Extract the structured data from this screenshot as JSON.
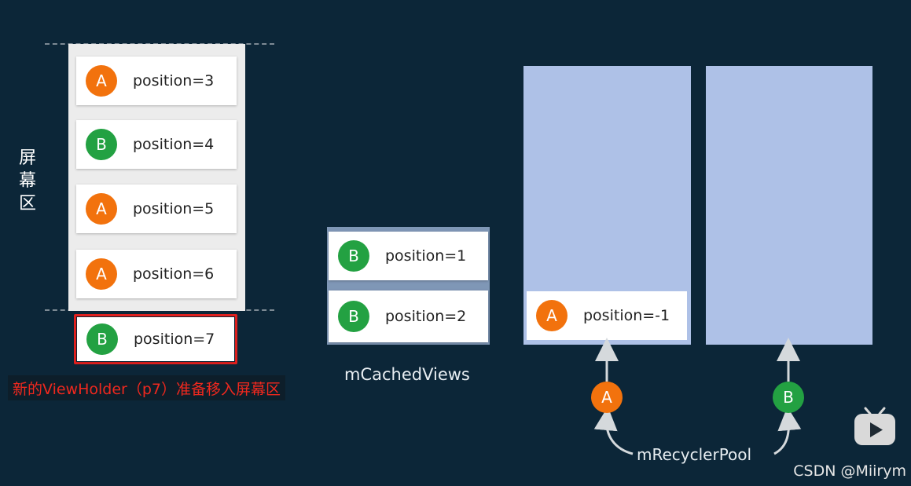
{
  "screen_area": {
    "label": "屏幕区",
    "cards": [
      {
        "letter": "A",
        "text": "position=3",
        "color": "#f2720d"
      },
      {
        "letter": "B",
        "text": "position=4",
        "color": "#23a142"
      },
      {
        "letter": "A",
        "text": "position=5",
        "color": "#f2720d"
      },
      {
        "letter": "A",
        "text": "position=6",
        "color": "#f2720d"
      }
    ]
  },
  "incoming": {
    "card": {
      "letter": "B",
      "text": "position=7",
      "color": "#23a142"
    },
    "caption": "新的ViewHolder（p7）准备移入屏幕区",
    "highlight_color": "#e0201e"
  },
  "cached_views": {
    "label": "mCachedViews",
    "cards": [
      {
        "letter": "B",
        "text": "position=1",
        "color": "#23a142"
      },
      {
        "letter": "B",
        "text": "position=2",
        "color": "#23a142"
      }
    ]
  },
  "recycler_pool": {
    "label": "mRecyclerPool",
    "columns": [
      {
        "card": {
          "letter": "A",
          "text": "position=-1",
          "color": "#f2720d"
        },
        "badge": "A",
        "badge_color": "#f2720d"
      },
      {
        "card": null,
        "badge": "B",
        "badge_color": "#23a142"
      }
    ],
    "column_color": "#aec1e7"
  },
  "watermark": "CSDN @Miirym",
  "background_color": "#0c2638"
}
